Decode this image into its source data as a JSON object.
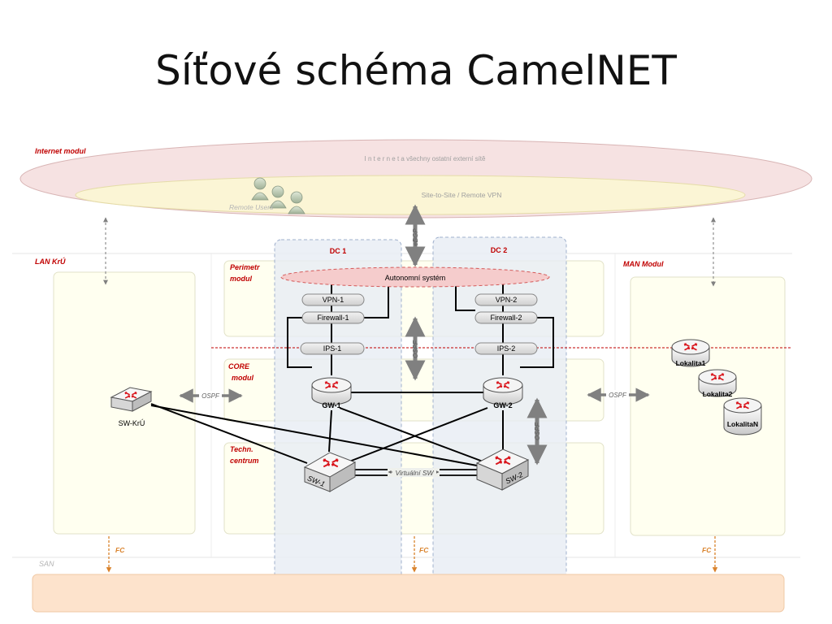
{
  "title": "Síťové schéma CamelNET",
  "zones": {
    "internet_modul": "Internet modul",
    "internet_caption": "I n t e r n e t    a všechny ostatní externí sítě",
    "vpn_caption": "Site-to-Site / Remote VPN",
    "remote_users": "Remote Users",
    "lan": "LAN KrÚ",
    "man": "MAN Modul",
    "perimetr_l1": "Perimetr",
    "perimetr_l2": "modul",
    "core_l1": "CORE",
    "core_l2": "modul",
    "techn_l1": "Techn.",
    "techn_l2": "centrum",
    "dc1": "DC 1",
    "dc2": "DC 2",
    "san": "SAN"
  },
  "nodes": {
    "as": "Autonomní systém",
    "vpn1": "VPN-1",
    "vpn2": "VPN-2",
    "fw1": "Firewall-1",
    "fw2": "Firewall-2",
    "ips1": "IPS-1",
    "ips2": "IPS-2",
    "gw1": "GW-1",
    "gw2": "GW-2",
    "sw1": "SW-1",
    "sw2": "SW-2",
    "swkru": "SW-KrÚ",
    "lok1": "Lokalita1",
    "lok2": "Lokalita2",
    "lokn": "LokalitaN"
  },
  "links": {
    "ebgp": "eBGP",
    "ospf": "OSPF",
    "virtual_sw": "Virtuální SW",
    "fc": "FC"
  },
  "colors": {
    "zone_label": "#c00000",
    "internet_fill": "#f6e2e2",
    "vpn_fill": "#fbf5d5",
    "module_fill": "#fffff0",
    "dc_fill": "#e7ecf4",
    "san_fill": "#fde3cc",
    "fc_arrow": "#d9822b",
    "router_red": "#d9141b"
  }
}
